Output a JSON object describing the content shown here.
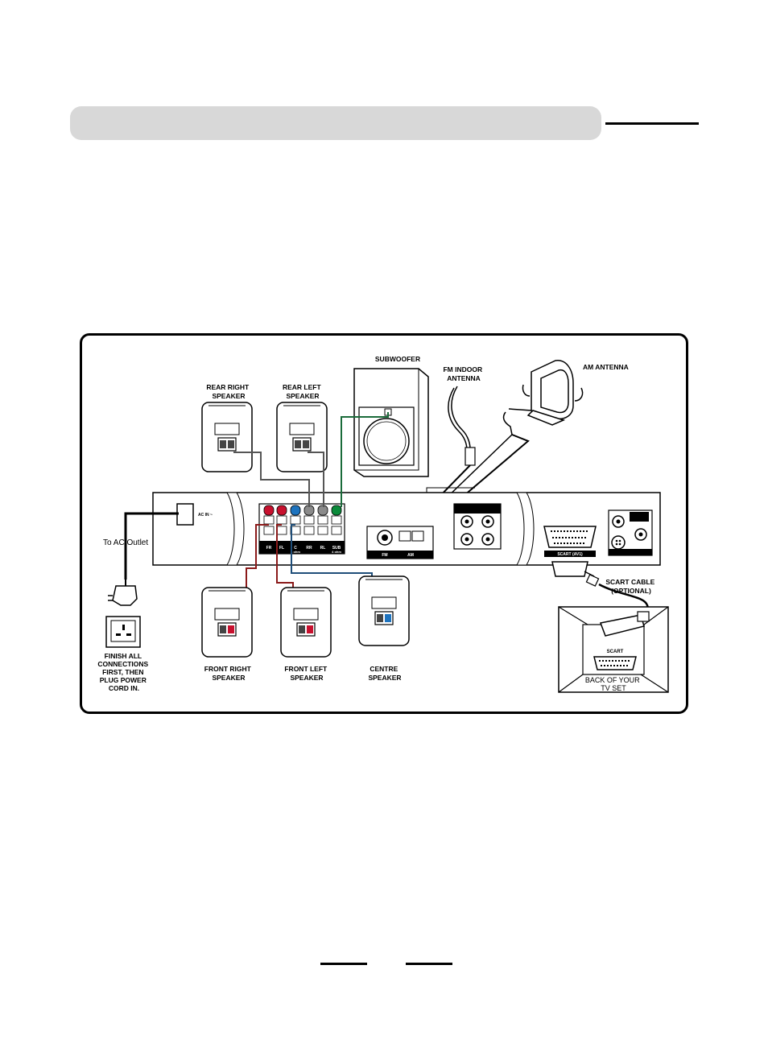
{
  "labels": {
    "subwoofer": "SUBWOOFER",
    "fm_indoor_antenna": [
      "FM INDOOR",
      "ANTENNA"
    ],
    "am_antenna": "AM ANTENNA",
    "rear_right_speaker": [
      "REAR RIGHT",
      "SPEAKER"
    ],
    "rear_left_speaker": [
      "REAR LEFT",
      "SPEAKER"
    ],
    "front_right_speaker": [
      "FRONT RIGHT",
      "SPEAKER"
    ],
    "front_left_speaker": [
      "FRONT LEFT",
      "SPEAKER"
    ],
    "centre_speaker": [
      "CENTRE",
      "SPEAKER"
    ],
    "to_ac_outlet": "To AC Outlet",
    "finish_note": [
      "FINISH ALL",
      "CONNECTIONS",
      "FIRST, THEN",
      "PLUG POWER",
      "CORD IN."
    ],
    "scart_cable": [
      "SCART CABLE",
      "(OPTIONAL)"
    ],
    "back_of_tv": [
      "BACK OF YOUR",
      "TV SET"
    ],
    "tv_scart": "SCART",
    "scart_av": "SCART (AV1)",
    "ac_in": "AC IN ~",
    "fm": "FM",
    "am": "AM",
    "terminals": [
      "FR",
      "FL",
      "C",
      "RR",
      "RL",
      "SUB"
    ],
    "ohm_6": "6 ohm",
    "ohm_4": "4 ohm"
  },
  "colors": {
    "red": "#c8102e",
    "blue": "#1e73be",
    "green": "#0a8a3a",
    "gray": "#8a8a8a",
    "wire_red": "#8b1a1a",
    "wire_blue": "#1f4e79",
    "wire_green": "#1a6b3a",
    "wire_gray": "#555555"
  }
}
